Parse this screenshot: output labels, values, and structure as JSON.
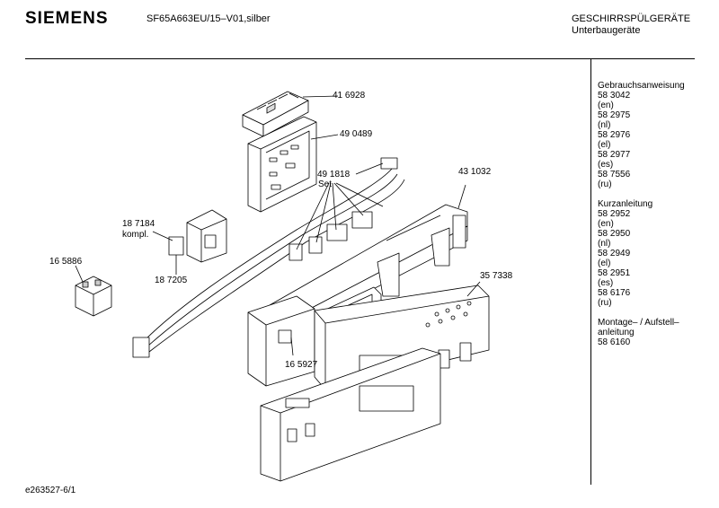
{
  "header": {
    "brand": "SIEMENS",
    "model": "SF65A663EU/15–V01,silber",
    "category": "GESCHIRRSPÜLGERÄTE",
    "subcategory": "Unterbaugeräte"
  },
  "sidebar": {
    "lines": [
      "Gebrauchsanweisung",
      "58 3042",
      "(en)",
      "58 2975",
      "(nl)",
      "58 2976",
      "(el)",
      "58 2977",
      "(es)",
      "58 7556",
      "(ru)",
      "",
      "Kurzanleitung",
      "58 2952",
      "(en)",
      "58 2950",
      "(nl)",
      "58 2949",
      "(el)",
      "58 2951",
      "(es)",
      "58 6176",
      "(ru)",
      "",
      "Montage– / Aufstell–",
      "anleitung",
      "58 6160"
    ]
  },
  "parts": {
    "p416928": "41 6928",
    "p490489": "49 0489",
    "p491818": "49 1818",
    "set": "Set",
    "p431032": "43 1032",
    "p187184": "18 7184",
    "kompl": "kompl.",
    "p187205": "18 7205",
    "p165886": "16 5886",
    "p357338": "35 7338",
    "p165927": "16 5927"
  },
  "footer": {
    "code": "e263527-6/1"
  }
}
